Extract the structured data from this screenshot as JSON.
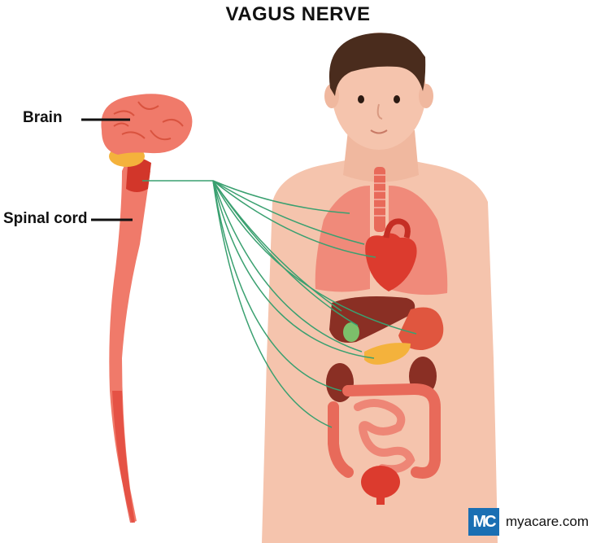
{
  "title": "VAGUS NERVE",
  "labels": {
    "brain": "Brain",
    "spinal_cord": "Spinal cord"
  },
  "brand": {
    "logo_letters": "MC",
    "website": "myacare.com"
  },
  "colors": {
    "skin": "#f5c4ad",
    "hair": "#4a2c1d",
    "organ_red": "#e2483c",
    "brain_pink": "#f07a6a",
    "nerve_green": "#3aa070",
    "gallbladder": "#7cbf6a",
    "pancreas": "#f4b23c",
    "brand_blue": "#1a6fb3"
  }
}
